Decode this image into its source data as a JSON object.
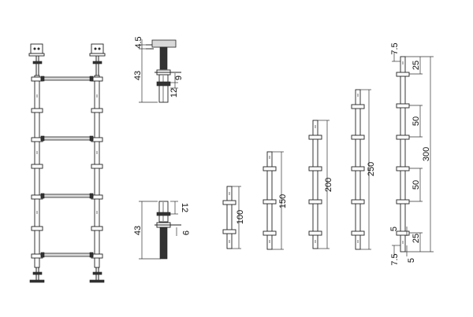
{
  "head_detail": {
    "top": "4.5",
    "mid": "43",
    "s9": "9",
    "s12": "12"
  },
  "base_detail": {
    "s12": "12",
    "mid": "43",
    "s9": "9"
  },
  "standards": [
    {
      "label": "100"
    },
    {
      "label": "150"
    },
    {
      "label": "200"
    },
    {
      "label": "250"
    }
  ],
  "standard_300": {
    "top": "7.5",
    "seg1": "25",
    "seg2": "50",
    "total": "300",
    "seg3": "50",
    "s5a": "5",
    "seg4": "25",
    "bottom": "7.5",
    "s5b": "5"
  }
}
